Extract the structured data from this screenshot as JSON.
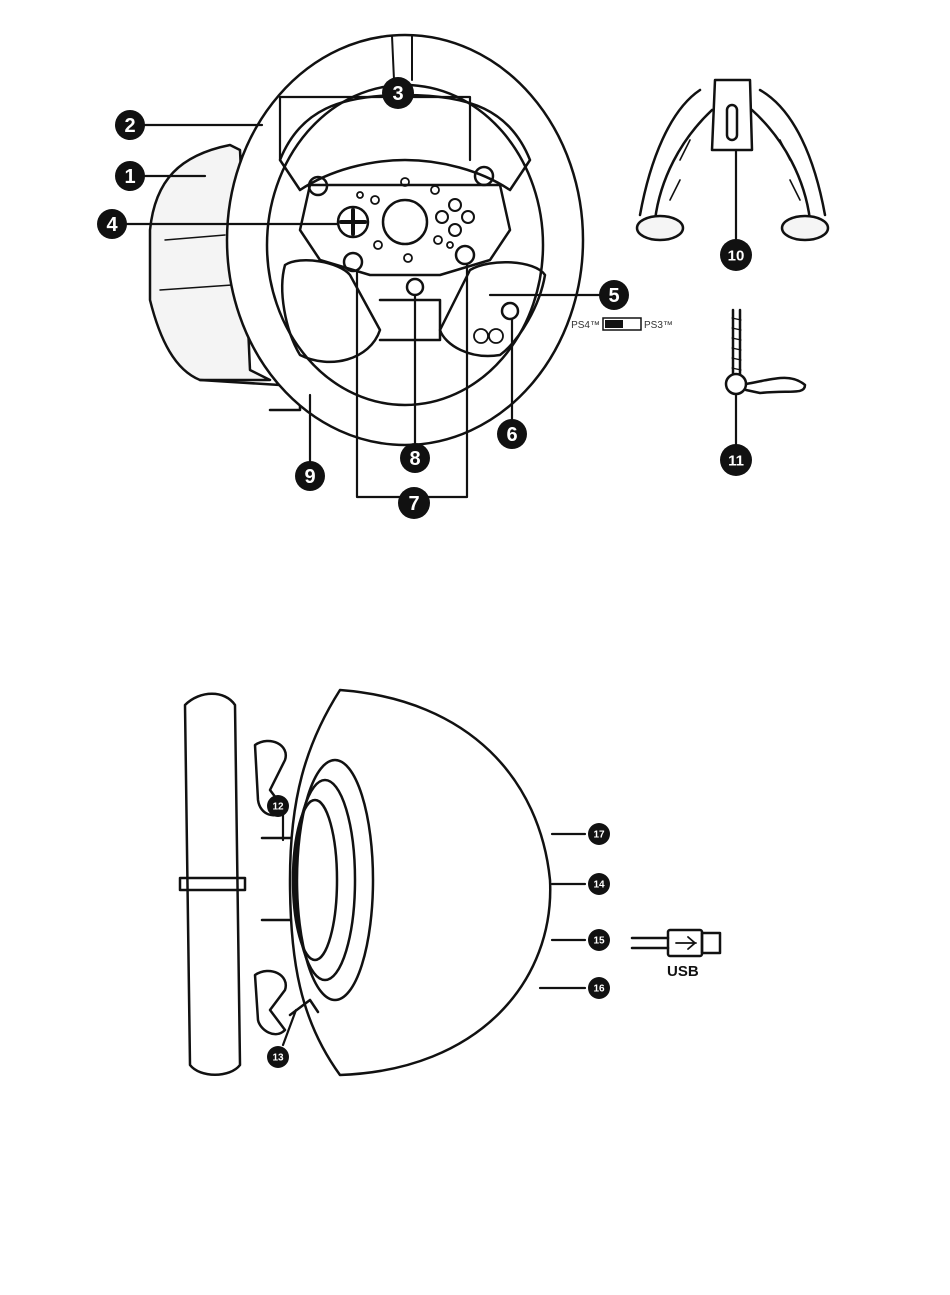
{
  "callouts": [
    "1",
    "2",
    "3",
    "4",
    "5",
    "6",
    "7",
    "8",
    "9",
    "10",
    "11",
    "12",
    "13",
    "14",
    "15",
    "16",
    "17"
  ],
  "switch": {
    "left_label": "PS4™",
    "right_label": "PS3™"
  },
  "usb_label": "USB"
}
